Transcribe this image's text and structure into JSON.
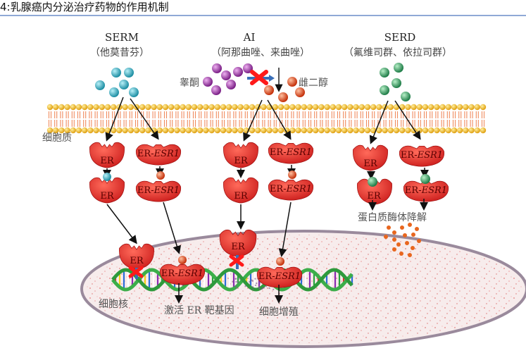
{
  "title": "4:乳腺癌内分泌治疗药物的作用机制",
  "drugs": {
    "serm": {
      "name": "SERM",
      "examples": "（他莫昔芬）"
    },
    "ai": {
      "name": "AI",
      "examples": "（阿那曲唑、来曲唑）"
    },
    "serd": {
      "name": "SERD",
      "examples": "（氟维司群、依拉司群）"
    }
  },
  "molecules": {
    "androstenedione": "睾酮",
    "estradiol": "雌二醇"
  },
  "regions": {
    "cytoplasm": "细胞质",
    "nucleus": "细胞核"
  },
  "receptors": {
    "er": "ER",
    "er_esr1_prefix": "ER-",
    "er_esr1_gene": "ESR1"
  },
  "outcomes": {
    "degradation": "蛋白质酶体降解",
    "activate_targets": "激活 ER 靶基因",
    "proliferation": "细胞增殖"
  },
  "colors": {
    "receptor": "#e52a2a",
    "serm_ligand": "#3fb4c8",
    "testosterone": "#a83ab0",
    "estradiol": "#ee5020",
    "serd_ligand": "#3aa66a",
    "membrane_head": "#f5c12e",
    "membrane_tail": "#f08a5d",
    "block_cross": "#ff1a1a",
    "arrow_blue": "#3a6fb8",
    "nucleus_fill": "#f7ecec",
    "nucleus_border": "#9a8a9c",
    "dna_strand": "#3cae4a"
  }
}
